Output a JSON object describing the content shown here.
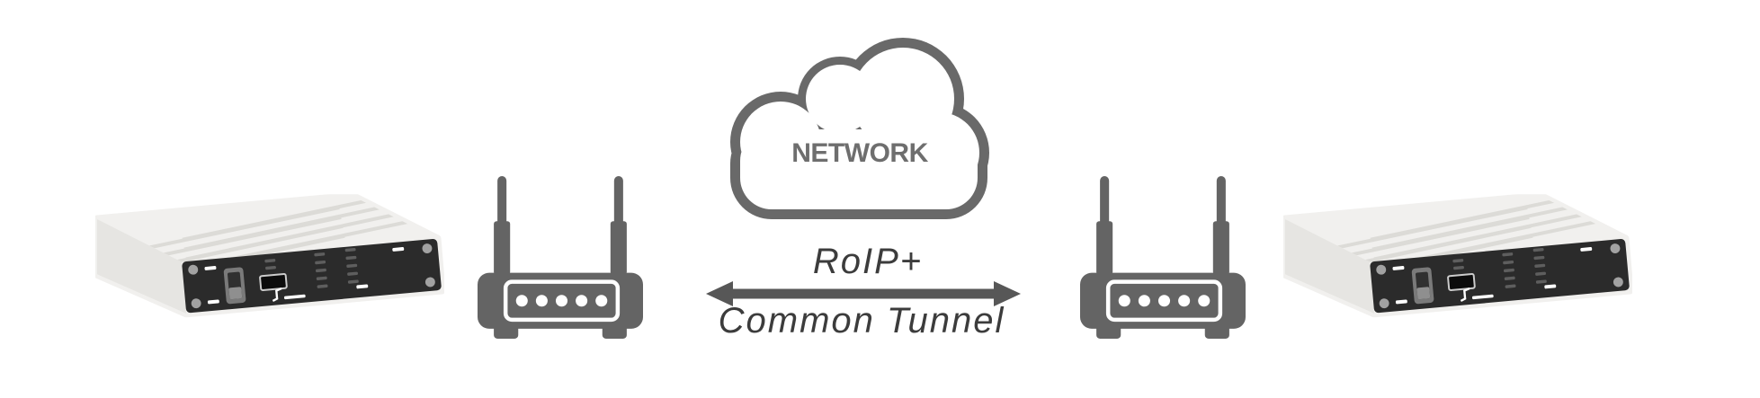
{
  "cloud": {
    "label": "NETWORK"
  },
  "tunnel": {
    "label_top": "RoIP+",
    "label_bottom": "Common Tunnel"
  },
  "icons": {
    "left_device": "rack-device-icon",
    "left_router": "wifi-router-icon",
    "network_cloud": "cloud-icon",
    "tunnel_arrow": "double-arrow-icon",
    "right_router": "wifi-router-icon",
    "right_device": "rack-device-icon"
  },
  "colors": {
    "background": "#ffffff",
    "icon_gray": "#646464",
    "cloud_outline": "#696969",
    "network_label": "#6e6e6e",
    "arrow": "#575757",
    "tunnel_label": "#3c3c3c",
    "device_panel": "#2b2b2b",
    "device_chassis_top": "#f1f0ee",
    "device_chassis_side": "#e6e5e2"
  }
}
